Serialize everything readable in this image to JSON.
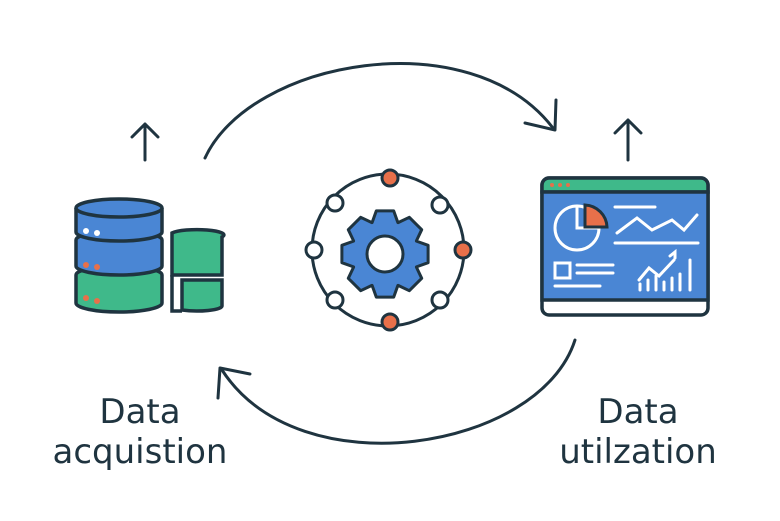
{
  "labels": {
    "left_line1": "Data",
    "left_line2": "acquistion",
    "right_line1": "Data",
    "right_line2": "utilzation"
  },
  "colors": {
    "outline": "#1f3440",
    "blue": "#4a86d4",
    "green": "#3fb98a",
    "orange": "#e8704a",
    "white": "#ffffff"
  },
  "icons": [
    "database-icon",
    "gear-network-icon",
    "dashboard-window-icon",
    "cycle-arrow-top",
    "cycle-arrow-bottom",
    "up-arrow-icon"
  ]
}
